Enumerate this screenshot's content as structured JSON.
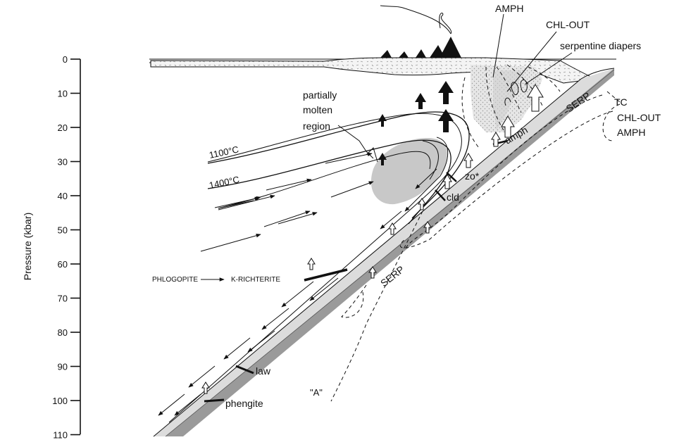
{
  "axis": {
    "label": "Pressure   (kbar)",
    "ticks": [
      "0",
      "10",
      "20",
      "30",
      "40",
      "50",
      "60",
      "70",
      "80",
      "90",
      "100",
      "110"
    ]
  },
  "labels": {
    "amph_top": "AMPH",
    "chl_out_top": "CHL-OUT",
    "serpentine_diapers": "serpentine diapers",
    "partially_molten_line1": "partially",
    "partially_molten_line2": "molten",
    "partially_molten_line3": "region",
    "iso_1100": "1100°C",
    "iso_1400": "1400°C",
    "serp_upper": "SERP",
    "tc": "TC",
    "chl_out_right": "CHL-OUT",
    "amph_right": "AMPH",
    "amph_slab": "amph",
    "zo": "zo*",
    "cld": "cld",
    "phlogopite": "PHLOGOPITE",
    "k_richterite": "K-RICHTERITE",
    "serp_lower": "SERP",
    "law": "law",
    "phengite": "phengite",
    "a_label": "\"A\""
  }
}
